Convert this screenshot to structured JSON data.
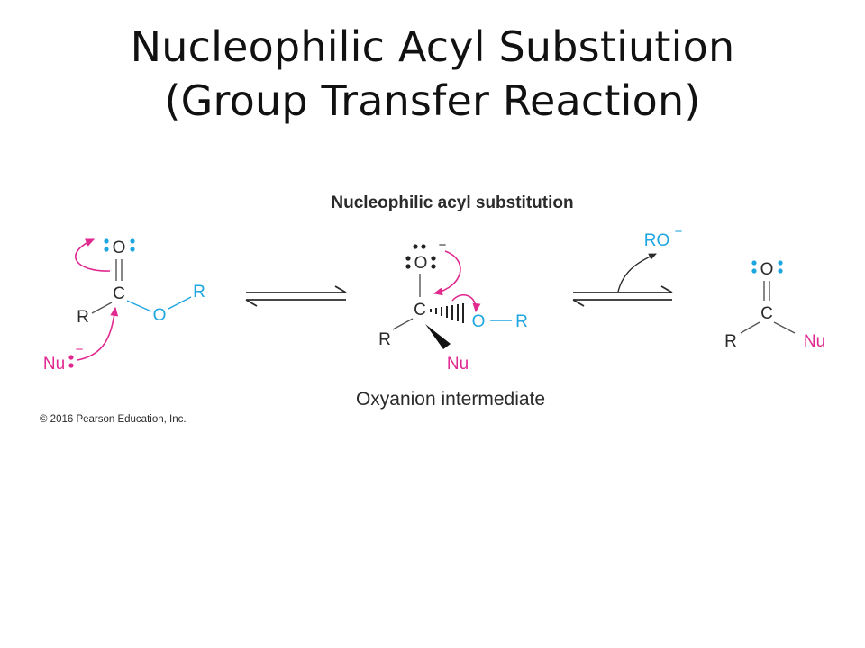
{
  "slide": {
    "title_line1": "Nucleophilic Acyl Substiution",
    "title_line2": "(Group Transfer Reaction)"
  },
  "figure": {
    "heading": "Nucleophilic acyl substitution",
    "copyright": "© 2016 Pearson Education, Inc.",
    "intermediate_caption": "Oxyanion intermediate",
    "colors": {
      "lone_pairs": "#1ea6e0",
      "nucleophile": "#e0288f",
      "text": "#2b2b2b"
    },
    "reactant": {
      "oxygen": "O",
      "carbon": "C",
      "r_left": "R",
      "ester_oxygen": "O",
      "r_right": "R",
      "nucleophile": "Nu",
      "nu_charge": "−"
    },
    "intermediate": {
      "oxygen": "O",
      "charge": "−",
      "carbon": "C",
      "r_left": "R",
      "leaving_oxygen": "O",
      "leaving_r": "R",
      "nucleophile": "Nu"
    },
    "leaving_group": {
      "label": "RO",
      "charge": "−"
    },
    "product": {
      "oxygen": "O",
      "carbon": "C",
      "r_left": "R",
      "nucleophile": "Nu"
    }
  }
}
